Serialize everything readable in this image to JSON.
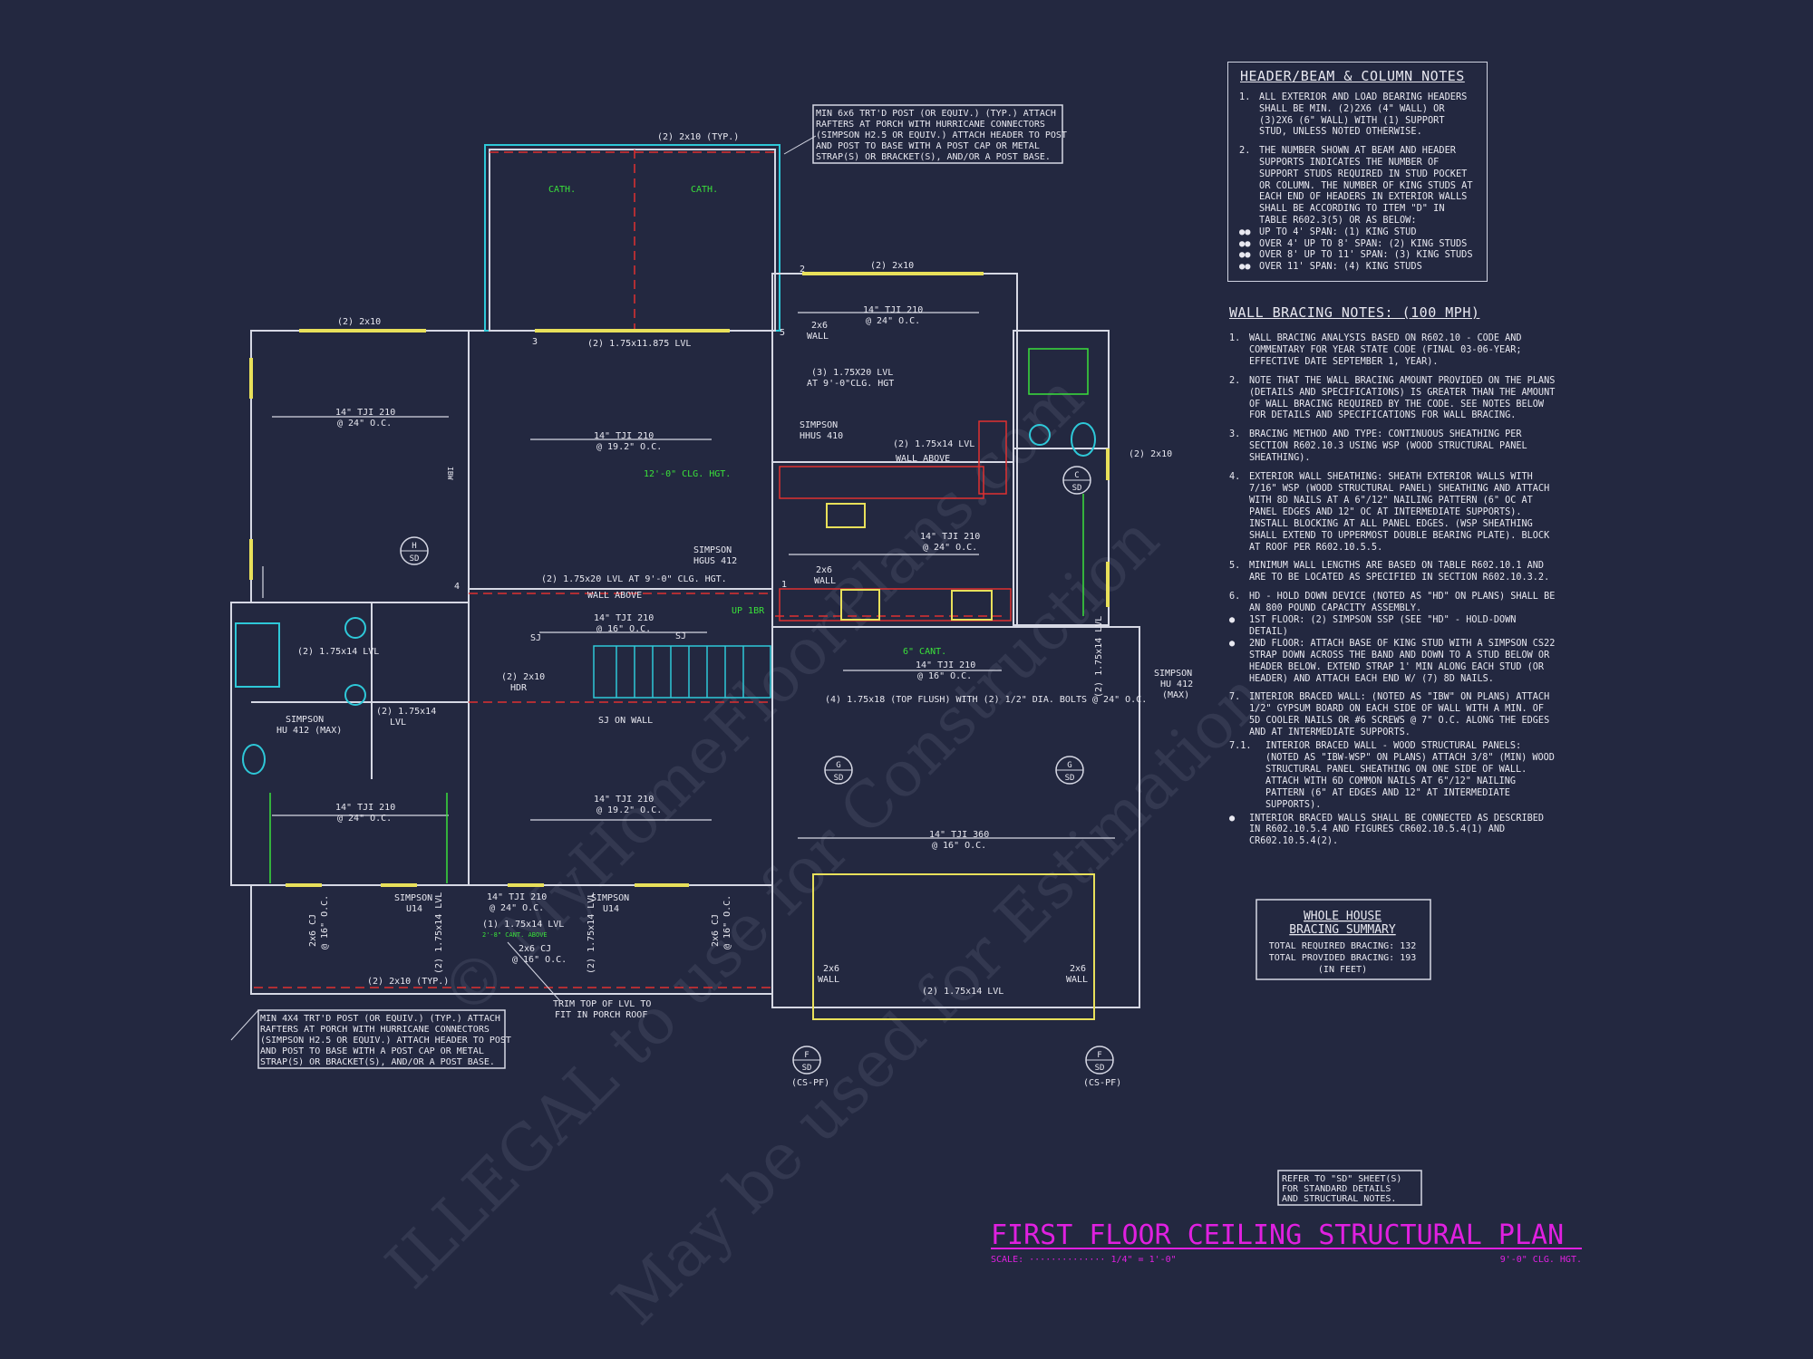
{
  "colors": {
    "background": "#232840",
    "line": "#d6d8e4",
    "header_yellow": "#e8e05a",
    "accent_magenta": "#e020e0",
    "accent_green": "#3ae03a",
    "accent_cyan": "#2ec8d8",
    "accent_red": "#e03030"
  },
  "watermark": {
    "line1": "© MyHomeFloorPlans.com",
    "line2": "ILLEGAL to use for Construction",
    "line3": "May be used for Estimation"
  },
  "title_block": {
    "title": "FIRST FLOOR CEILING STRUCTURAL PLAN",
    "scale_label": "SCALE: ·············· 1/4\" = 1'-0\"",
    "ceiling_height": "9'-0\" CLG. HGT."
  },
  "refer_note": [
    "REFER TO \"SD\" SHEET(S)",
    "FOR STANDARD DETAILS",
    "AND STRUCTURAL NOTES."
  ],
  "header_beam_notes": {
    "title": "HEADER/BEAM & COLUMN NOTES",
    "items": [
      {
        "num": "1.",
        "text": "ALL EXTERIOR AND LOAD BEARING HEADERS SHALL BE MIN. (2)2x6 (4\" WALL) OR (3)2x6 (6\" WALL) WITH (1) SUPPORT STUD, UNLESS NOTED OTHERWISE."
      },
      {
        "num": "2.",
        "text": "THE NUMBER SHOWN AT BEAM AND HEADER SUPPORTS INDICATES THE NUMBER OF SUPPORT STUDS REQUIRED IN STUD POCKET OR COLUMN. THE NUMBER OF KING STUDS AT EACH END OF HEADERS IN EXTERIOR WALLS SHALL BE ACCORDING TO ITEM \"d\" IN TABLE R602.3(5) OR AS BELOW:"
      }
    ],
    "bullets": [
      "UP TO 4' SPAN: (1) KING STUD",
      "OVER 4' UP TO 8' SPAN: (2) KING STUDS",
      "OVER 8' UP TO 11' SPAN: (3) KING STUDS",
      "OVER 11' SPAN: (4) KING STUDS"
    ]
  },
  "wall_bracing_notes": {
    "title": "WALL BRACING NOTES: (100 MPH)",
    "items": [
      {
        "num": "1.",
        "text": "WALL BRACING ANALYSIS BASED ON R602.10 - CODE AND COMMENTARY FOR YEAR STATE CODE (FINAL 03-06-YEAR; EFFECTIVE DATE SEPTEMBER 1, YEAR)."
      },
      {
        "num": "2.",
        "text": "NOTE THAT THE WALL BRACING AMOUNT PROVIDED ON THE PLANS (DETAILS AND SPECIFICATIONS) IS GREATER THAN THE AMOUNT OF WALL BRACING REQUIRED BY THE CODE. SEE NOTES BELOW FOR DETAILS AND SPECIFICATIONS FOR WALL BRACING."
      },
      {
        "num": "3.",
        "text": "BRACING METHOD AND TYPE: CONTINUOUS SHEATHING PER SECTION R602.10.3 USING WSP (WOOD STRUCTURAL PANEL SHEATHING)."
      },
      {
        "num": "4.",
        "text": "EXTERIOR WALL SHEATHING: SHEATH EXTERIOR WALLS WITH 7/16\" WSP (WOOD STRUCTURAL PANEL) SHEATHING AND ATTACH WITH 8d NAILS AT A 6\"/12\" NAILING PATTERN (6\" OC AT PANEL EDGES AND 12\" OC AT INTERMEDIATE SUPPORTS). INSTALL BLOCKING AT ALL PANEL EDGES. (WSP SHEATHING SHALL EXTEND TO UPPERMOST DOUBLE BEARING PLATE). BLOCK AT ROOF PER R602.10.5.5."
      },
      {
        "num": "5.",
        "text": "MINIMUM WALL LENGTHS ARE BASED ON TABLE R602.10.1 AND ARE TO BE LOCATED AS SPECIFIED IN SECTION R602.10.3.2."
      },
      {
        "num": "6.",
        "text": "HD - HOLD DOWN DEVICE (NOTED AS \"HD\" ON PLANS) SHALL BE AN 800 POUND CAPACITY ASSEMBLY."
      }
    ],
    "hd_bullets": [
      "1ST FLOOR: (2) SIMPSON SSP (SEE \"HD\" - HOLD-DOWN DETAIL)",
      "2ND FLOOR: ATTACH BASE OF KING STUD WITH A SIMPSON CS22 STRAP DOWN ACROSS THE BAND AND DOWN TO A STUD BELOW OR HEADER BELOW. EXTEND STRAP 1' MIN ALONG EACH STUD (OR HEADER) AND ATTACH EACH END W/ (7) 8d NAILS."
    ],
    "item7": {
      "num": "7.",
      "text": "INTERIOR BRACED WALL: (NOTED AS \"IBW\" ON PLANS) ATTACH 1/2\" GYPSUM BOARD ON EACH SIDE OF WALL WITH A MIN. OF 5d COOLER NAILS OR #6 SCREWS @ 7\" O.C. ALONG THE EDGES AND AT INTERMEDIATE SUPPORTS."
    },
    "item71": {
      "num": "7.1.",
      "text": "INTERIOR BRACED WALL - WOOD STRUCTURAL PANELS: (NOTED AS \"IBW-WSP\" ON PLANS) ATTACH 3/8\" (MIN) WOOD STRUCTURAL PANEL SHEATHING ON ONE SIDE OF WALL. ATTACH WITH 6d COMMON NAILS AT 6\"/12\" NAILING PATTERN (6\" AT EDGES AND 12\" AT INTERMEDIATE SUPPORTS)."
    },
    "last_bullet": "INTERIOR BRACED WALLS SHALL BE CONNECTED AS DESCRIBED IN R602.10.5.4 AND FIGURES CR602.10.5.4(1) AND CR602.10.5.4(2)."
  },
  "bracing_summary": {
    "title_line1": "WHOLE HOUSE",
    "title_line2": "BRACING SUMMARY",
    "required": "TOTAL REQUIRED BRACING: 132",
    "provided": "TOTAL PROVIDED BRACING: 193",
    "units": "(IN FEET)"
  },
  "callouts": {
    "porch_top": [
      "MIN 6x6 TRT'D POST (OR EQUIV.) (TYP.) ATTACH",
      "RAFTERS AT PORCH WITH HURRICANE CONNECTORS",
      "(SIMPSON H2.5 OR EQUIV.) ATTACH HEADER TO POST",
      "AND POST TO BASE WITH A POST CAP OR METAL",
      "STRAP(S) OR BRACKET(S), AND/OR A POST BASE."
    ],
    "porch_bottom": [
      "MIN 4X4 TRT'D POST (OR EQUIV.) (TYP.) ATTACH",
      "RAFTERS AT PORCH WITH HURRICANE CONNECTORS",
      "(SIMPSON H2.5 OR EQUIV.) ATTACH HEADER TO POST",
      "AND POST TO BASE WITH A POST CAP OR METAL",
      "STRAP(S) OR BRACKET(S), AND/OR A POST BASE."
    ],
    "trim_lvl": [
      "TRIM TOP OF LVL TO",
      "FIT IN PORCH ROOF"
    ]
  },
  "plan_labels": {
    "hdr_porch_top": "(2) 2x10 (TYP.)",
    "cath1": "CATH.",
    "cath2": "CATH.",
    "hdr_garage_top": "(2) 2x10",
    "hdr_left_top": "(2) 2x10",
    "lvl_porch_bottom": "(2) 1.75x11.875 LVL",
    "wall_2x6_a": "2x6",
    "wall_2x6_a2": "WALL",
    "tji_garage_1": "14\" TJI 210",
    "tji_garage_1b": "@ 24\" O.C.",
    "lvl3": "(3) 1.75X20 LVL",
    "lvl3b": "AT 9'-0\"CLG. HGT",
    "simpson_hhus": "SIMPSON",
    "simpson_hhus_b": "HHUS 410",
    "lvl_wall_above_1": "(2) 1.75x14 LVL",
    "wall_above_1": "WALL ABOVE",
    "hdr_right": "(2) 2x10",
    "tji_left_1": "14\" TJI 210",
    "tji_left_1b": "@ 24\" O.C.",
    "tji_great": "14\" TJI 210",
    "tji_great_b": "@ 19.2\" O.C.",
    "clg_hgt_12": "12'-0\" CLG. HGT.",
    "ibw": "IBW",
    "tji_kitchen": "14\" TJI 210",
    "tji_kitchen_b": "@ 24\" O.C.",
    "simpson_hgus": "SIMPSON",
    "simpson_hgus_b": "HGUS 412",
    "wall_2x6_b": "2x6",
    "wall_2x6_b2": "WALL",
    "lvl20": "(2) 1.75x20 LVL AT 9'-0\" CLG. HGT.",
    "wall_above_2": "WALL ABOVE",
    "tji_stair": "14\" TJI 210",
    "tji_stair_b": "@ 16\" O.C.",
    "up_br": "UP 1BR",
    "sj1": "SJ",
    "sj2": "SJ",
    "cant6": "6\" CANT.",
    "lvl_left_bath": "(2) 1.75x14 LVL",
    "hdr_2x10_c": "(2) 2x10",
    "hdr_c_b": "HDR",
    "lvl_left_b": "(2) 1.75x14",
    "lvl_left_bb": "LVL",
    "sj_on_wall": "SJ ON WALL",
    "tji_right_16": "14\" TJI 210",
    "tji_right_16b": "@ 16\" O.C.",
    "lvl_vert_right": "(2) 1.75x14 LVL",
    "simpson_hu_r": "SIMPSON",
    "simpson_hu_r2": "HU 412",
    "simpson_hu_r3": "(MAX)",
    "simpson_hu_l": "SIMPSON",
    "simpson_hu_l2": "HU 412 (MAX)",
    "lvl_top_flush": "(4) 1.75x18 (TOP FLUSH) WITH (2) 1/2\" DIA. BOLTS @ 24\" O.C.",
    "tji_bed2": "14\" TJI 210",
    "tji_bed2b": "@ 24\" O.C.",
    "tji_dining": "14\" TJI 210",
    "tji_dining_b": "@ 19.2\" O.C.",
    "tji_360": "14\" TJI 360",
    "tji_360b": "@ 16\" O.C.",
    "simpson_u14a": "SIMPSON",
    "simpson_u14a2": "U14",
    "simpson_u14b": "SIMPSON",
    "simpson_u14b2": "U14",
    "tji_porch_c": "14\" TJI 210",
    "tji_porch_cb": "@ 24\" O.C.",
    "lvl_porch_c": "(1) 1.75x14 LVL",
    "cant_above": "2'-8\" CANT. ABOVE",
    "cj_center": "2x6 CJ",
    "cj_center_b": "@ 16\" O.C.",
    "cj_left": "2x6 CJ",
    "cj_left_b": "@ 16\" O.C.",
    "cj_right": "2x6 CJ",
    "cj_right_b": "@ 16\" O.C.",
    "lvl_vert_a": "(2) 1.75x14 LVL",
    "lvl_vert_b": "(2) 1.75x14 LVL",
    "hdr_porch_bottom": "(2) 2x10 (TYP.)",
    "wall_2x6_c": "2x6",
    "wall_2x6_c2": "WALL",
    "wall_2x6_d": "2x6",
    "wall_2x6_d2": "WALL",
    "lvl_garage": "(2) 1.75x14 LVL",
    "cs_pf_1": "(CS-PF)",
    "cs_pf_2": "(CS-PF)",
    "n2": "2",
    "n3": "3",
    "n4": "4",
    "n5": "5",
    "n1": "1"
  },
  "detail_tags": [
    {
      "letter": "H",
      "sheet": "SD"
    },
    {
      "letter": "C",
      "sheet": "SD"
    },
    {
      "letter": "G",
      "sheet": "SD"
    },
    {
      "letter": "G",
      "sheet": "SD"
    },
    {
      "letter": "F",
      "sheet": "SD"
    },
    {
      "letter": "F",
      "sheet": "SD"
    }
  ]
}
